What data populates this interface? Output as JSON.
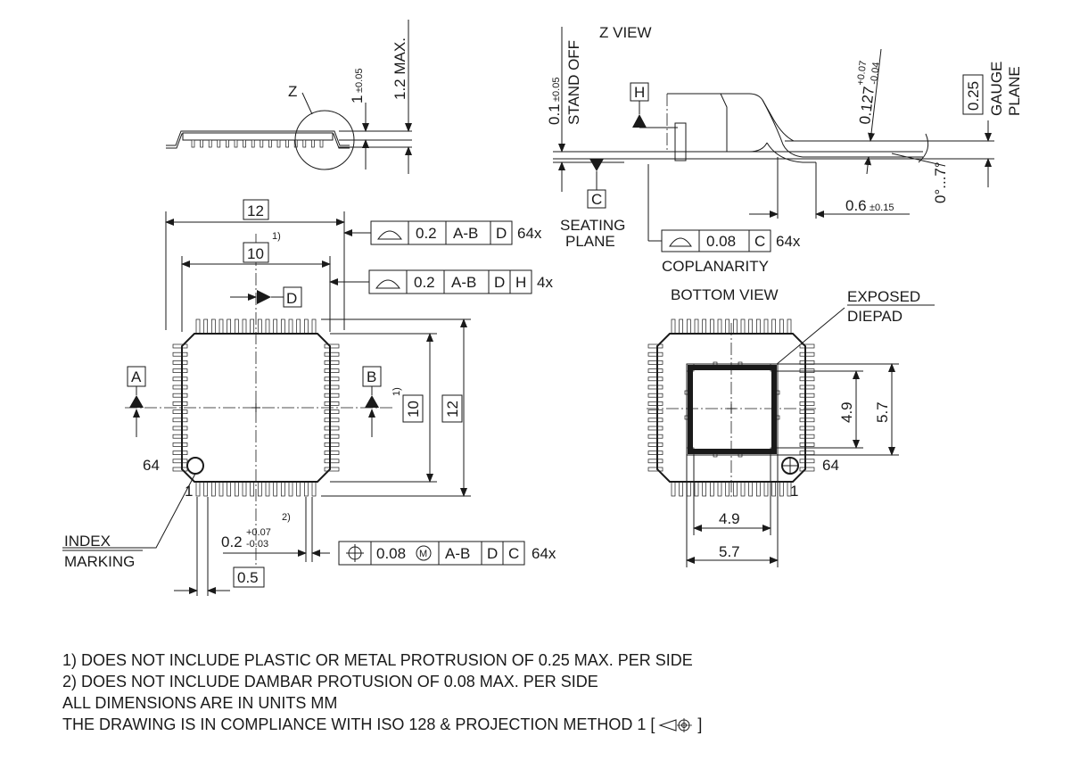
{
  "side_view": {
    "z_label": "Z",
    "dim_body": "1",
    "dim_body_tol": "±0.05",
    "dim_max": "1.2 MAX."
  },
  "z_view": {
    "title": "Z VIEW",
    "standoff": "0.1",
    "standoff_tol": "±0.05",
    "standoff_label": "STAND OFF",
    "datum_h": "H",
    "datum_c": "C",
    "seating_label_1": "SEATING",
    "seating_label_2": "PLANE",
    "lead_thk": "0.127",
    "lead_thk_tol_plus": "+0.07",
    "lead_thk_tol_minus": "-0.04",
    "gauge_value": "0.25",
    "gauge_label_1": "GAUGE",
    "gauge_label_2": "PLANE",
    "angle": "0°...7°",
    "foot_len": "0.6",
    "foot_len_tol": "±0.15",
    "coplanarity_value": "0.08",
    "coplanarity_datum": "C",
    "coplanarity_count": "64x",
    "coplanarity_label": "COPLANARITY"
  },
  "top_view": {
    "dim_12_top": "12",
    "dim_10_top": "10",
    "note_ref_1": "1)",
    "note_ref_1b": "1)",
    "note_ref_2": "2)",
    "fcf1": {
      "value": "0.2",
      "datum1": "A-B",
      "datum2": "D",
      "count": "64x"
    },
    "fcf2": {
      "value": "0.2",
      "datum1": "A-B",
      "datum2": "D",
      "datum3": "H",
      "count": "4x"
    },
    "datum_d": "D",
    "datum_a": "A",
    "datum_b": "B",
    "dim_10_side": "10",
    "dim_12_side": "12",
    "pin_64": "64",
    "pin_1": "1",
    "index_label_1": "INDEX",
    "index_label_2": "MARKING",
    "lead_width": "0.2",
    "lead_width_tol_plus": "+0.07",
    "lead_width_tol_minus": "-0.03",
    "fcf3": {
      "value": "0.08",
      "modifier": "M",
      "datum1": "A-B",
      "datum2": "D",
      "datum3": "C",
      "count": "64x"
    },
    "pitch": "0.5"
  },
  "bottom_view": {
    "title": "BOTTOM VIEW",
    "exposed_label_1": "EXPOSED",
    "exposed_label_2": "DIEPAD",
    "dim_49_side": "4.9",
    "dim_57_side": "5.7",
    "dim_49_bottom": "4.9",
    "dim_57_bottom": "5.7",
    "pin_64": "64",
    "pin_1": "1"
  },
  "notes": {
    "line1": "1) DOES NOT INCLUDE PLASTIC OR METAL PROTRUSION OF 0.25 MAX. PER SIDE",
    "line2": "2) DOES NOT INCLUDE DAMBAR PROTUSION OF 0.08 MAX. PER SIDE",
    "line3": "ALL DIMENSIONS ARE IN UNITS MM",
    "line4_prefix": "THE DRAWING IS IN COMPLIANCE WITH ISO 128 & PROJECTION METHOD 1 [",
    "line4_suffix": "]"
  }
}
